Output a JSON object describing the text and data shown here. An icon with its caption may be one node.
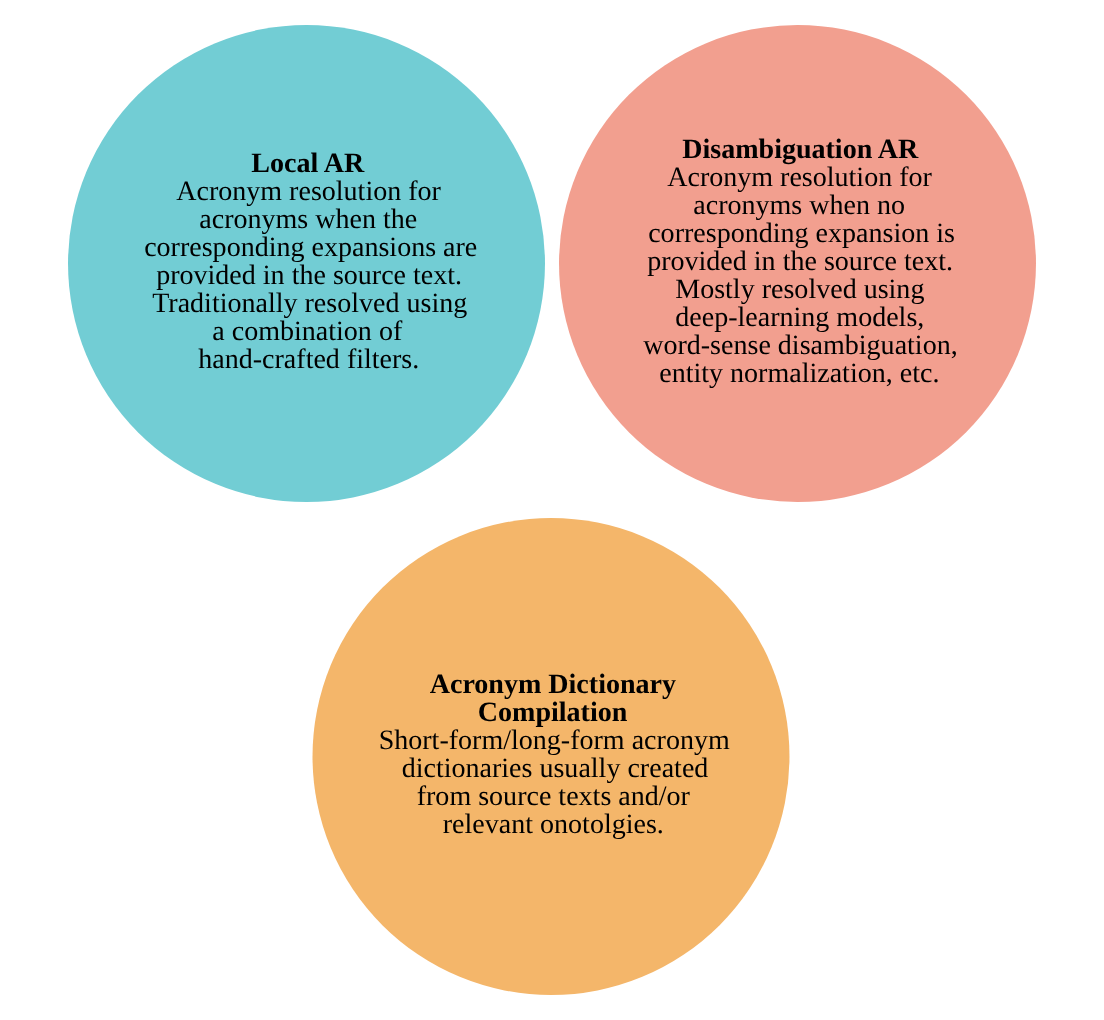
{
  "diagram": {
    "nodes": [
      {
        "text": [
          "Local AR",
          "Acronym resolution for acronyms when the corresponding expansions are provided in the source text. Traditionally resolved using a combination of hand-crafted filters."
        ]
      },
      {
        "text": [
          "Disambiguation AR",
          "Acronym resolution for acronyms when no corresponding expansion is provided in the source text. Mostly resolved using deep-learning models, word-sense disambiguation, entity normalization, etc."
        ]
      },
      {
        "text": [
          "Acronym Dictionary Compilation",
          "Short-form/long-form acronym dictionaries usually created from source texts and/or relevant onotolgies."
        ]
      }
    ]
  }
}
